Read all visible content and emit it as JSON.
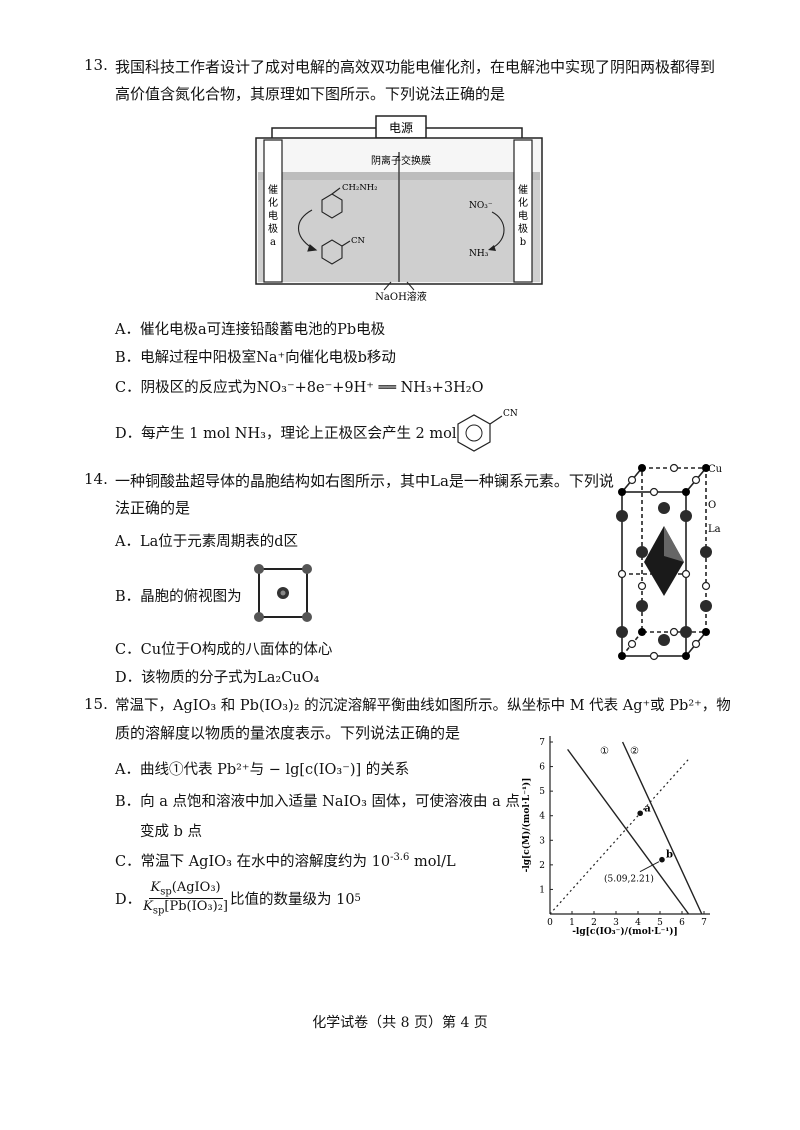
{
  "q13": {
    "num": "13.",
    "stem1": "我国科技工作者设计了成对电解的高效双功能电催化剂，在电解池中实现了阴阳两极都得到",
    "stem2": "高价值含氮化合物，其原理如下图所示。下列说法正确的是",
    "figure": {
      "power": "电源",
      "membrane": "阴离子交换膜",
      "left_electrode": [
        "催",
        "化",
        "电",
        "极",
        "a"
      ],
      "right_electrode": [
        "催",
        "化",
        "电",
        "极",
        "b"
      ],
      "left_top": "CH₂NH₂",
      "left_bottom": "CN",
      "right_top": "NO₃⁻",
      "right_bottom": "NH₃",
      "solution": "NaOH溶液"
    },
    "A": "A．催化电极a可连接铅酸蓄电池的Pb电极",
    "B": "B．电解过程中阳极室Na⁺向催化电极b移动",
    "C": "C．阴极区的反应式为NO₃⁻+8e⁻+9H⁺ ══ NH₃+3H₂O",
    "D": "D．每产生 1 mol NH₃，理论上正极区会产生 2 mol",
    "D_struct": "CN"
  },
  "q14": {
    "num": "14.",
    "stem1": "一种铜酸盐超导体的晶胞结构如右图所示，其中La是一种镧系元素。下列说",
    "stem2": "法正确的是",
    "A": "A．La位于元素周期表的d区",
    "B": "B．晶胞的俯视图为",
    "C": "C．Cu位于O构成的八面体的体心",
    "D": "D．该物质的分子式为La₂CuO₄",
    "legend": {
      "cu": "Cu",
      "o": "O",
      "la": "La"
    }
  },
  "q15": {
    "num": "15.",
    "stem1": "常温下，AgIO₃ 和 Pb(IO₃)₂ 的沉淀溶解平衡曲线如图所示。纵坐标中 M 代表 Ag⁺或 Pb²⁺，物",
    "stem2": "质的溶解度以物质的量浓度表示。下列说法正确的是",
    "A": "A．曲线①代表 Pb²⁺与 − lg[c(IO₃⁻)] 的关系",
    "B1": "B．向 a 点饱和溶液中加入适量 NaIO₃ 固体，可使溶液由 a 点",
    "B2": "变成 b 点",
    "C": "C．常温下 AgIO₃ 在水中的溶解度约为 10",
    "C_exp": "-3.6",
    "C_unit": " mol/L",
    "D_label": "D．",
    "D_num": "K",
    "D_num_sub": "sp",
    "D_num_arg": "(AgIO₃)",
    "D_den_arg": "[Pb(IO₃)₂]",
    "D_tail": "比值的数量级为 10",
    "D_exp": "5"
  },
  "chart_data": {
    "type": "line",
    "xlabel": "-lg[c(IO₃⁻)/(mol·L⁻¹)]",
    "ylabel": "-lg[c(M)/(mol·L⁻¹)]",
    "xlim": [
      0,
      7
    ],
    "ylim": [
      0,
      7
    ],
    "xticks": [
      "0",
      "1",
      "2",
      "3",
      "4",
      "5",
      "6",
      "7"
    ],
    "yticks": [
      "1",
      "2",
      "3",
      "4",
      "5",
      "6",
      "7"
    ],
    "series": [
      {
        "name": "①",
        "x": [
          0.8,
          6.3
        ],
        "y": [
          6.7,
          0.0
        ]
      },
      {
        "name": "②",
        "x": [
          3.3,
          6.9
        ],
        "y": [
          7.0,
          0.0
        ]
      },
      {
        "name": "",
        "x": [
          0,
          6.3
        ],
        "y": [
          0,
          6.3
        ]
      }
    ],
    "points": [
      {
        "label": "a",
        "x": 4.1,
        "y": 4.1
      },
      {
        "label": "b",
        "x": 5.09,
        "y": 2.21
      }
    ],
    "annotation": "(5.09,2.21)"
  },
  "footer": "化学试卷（共 8 页）第 4 页"
}
